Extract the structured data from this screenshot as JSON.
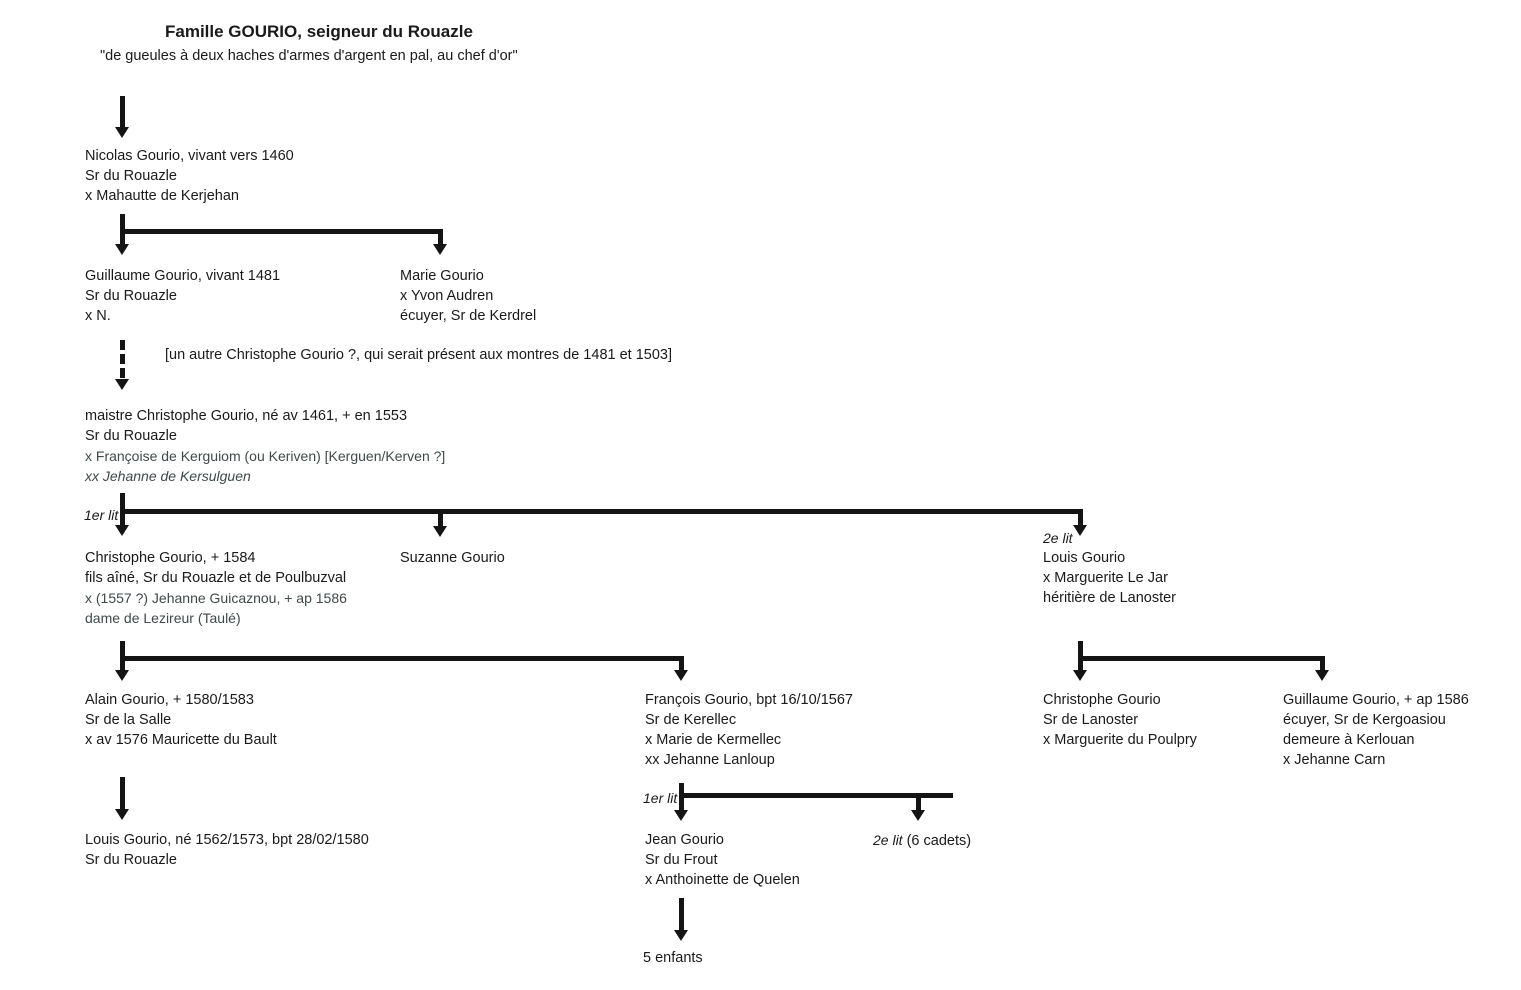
{
  "header": {
    "title": "Famille GOURIO, seigneur du Rouazle",
    "blazon": "\"de gueules à deux haches d'armes d'argent en pal, au chef d'or\""
  },
  "note": "[un autre Christophe Gourio ?, qui serait présent aux montres de 1481 et 1503]",
  "labels": {
    "lit1_gen3": "1er lit",
    "lit2_gen3": "2e lit",
    "lit1_gen5": "1er lit",
    "lit2_gen5": "2e lit",
    "cadets": " (6 cadets)",
    "children_count": "5 enfants"
  },
  "colors": {
    "text": "#1a1a1a",
    "secondary_text": "#3e4a4a",
    "connector": "#141414",
    "background": "#ffffff"
  },
  "persons": [
    {
      "id": "nicolas",
      "lines": [
        "Nicolas Gourio, vivant vers 1460",
        "Sr du Rouazle",
        "x Mahautte de Kerjehan"
      ]
    },
    {
      "id": "guillaume-1481",
      "lines": [
        "Guillaume Gourio, vivant 1481",
        "Sr du Rouazle",
        "x N."
      ]
    },
    {
      "id": "marie",
      "lines": [
        "Marie Gourio",
        "x Yvon Audren",
        "écuyer, Sr de Kerdrel"
      ]
    },
    {
      "id": "christophe-maistre",
      "lines": [
        "maistre Christophe Gourio, né av 1461, + en 1553",
        "Sr du Rouazle",
        "x Françoise de Kerguiom (ou Keriven) [Kerguen/Kerven ?]",
        "xx Jehanne de Kersulguen"
      ]
    },
    {
      "id": "christophe-1584",
      "lines": [
        "Christophe Gourio, + 1584",
        "fils aîné, Sr du Rouazle et de Poulbuzval",
        "x (1557 ?) Jehanne Guicaznou, + ap 1586",
        "dame de Lezireur (Taulé)"
      ]
    },
    {
      "id": "suzanne",
      "lines": [
        "Suzanne Gourio"
      ]
    },
    {
      "id": "louis-lanoster",
      "lines": [
        "Louis Gourio",
        "x Marguerite Le Jar",
        "héritière de Lanoster"
      ]
    },
    {
      "id": "alain",
      "lines": [
        "Alain Gourio, + 1580/1583",
        "Sr de la Salle",
        "x av 1576 Mauricette du Bault"
      ]
    },
    {
      "id": "francois",
      "lines": [
        "François Gourio, bpt 16/10/1567",
        "Sr de Kerellec",
        "x Marie de Kermellec",
        "xx Jehanne Lanloup"
      ]
    },
    {
      "id": "christophe-lanoster",
      "lines": [
        "Christophe Gourio",
        "Sr de Lanoster",
        "x Marguerite du Poulpry"
      ]
    },
    {
      "id": "guillaume-1586",
      "lines": [
        "Guillaume Gourio, + ap 1586",
        "écuyer, Sr de Kergoasiou",
        "demeure à Kerlouan",
        "x Jehanne Carn"
      ]
    },
    {
      "id": "louis-rouazle",
      "lines": [
        "Louis Gourio, né 1562/1573, bpt 28/02/1580",
        "Sr du Rouazle"
      ]
    },
    {
      "id": "jean",
      "lines": [
        "Jean Gourio",
        "Sr du Frout",
        "x Anthoinette de Quelen"
      ]
    }
  ]
}
